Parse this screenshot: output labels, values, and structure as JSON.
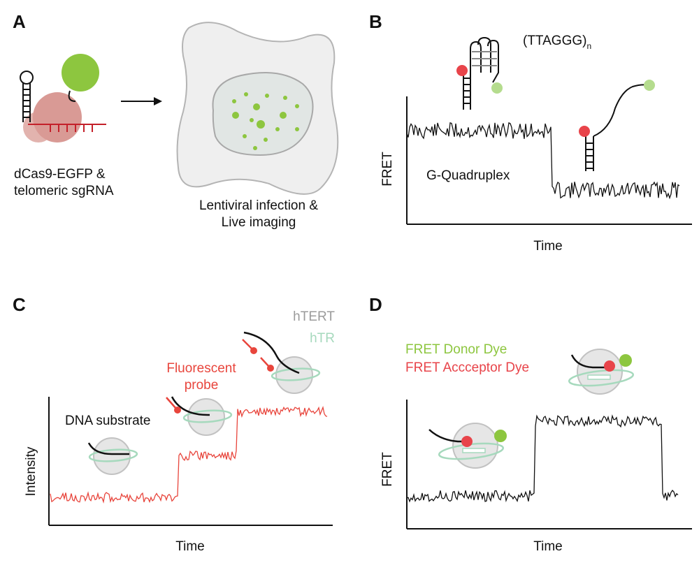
{
  "panels": {
    "a": {
      "label": "A",
      "caption_line1": "dCas9-EGFP &",
      "caption_line2": "telomeric sgRNA",
      "cell_caption_line1": "Lentiviral infection &",
      "cell_caption_line2": "Live imaging"
    },
    "b": {
      "label": "B",
      "sequence": "(TTAGGG)",
      "sequence_subscript": "n",
      "state_label": "G-Quadruplex",
      "ylabel": "FRET",
      "xlabel": "Time"
    },
    "c": {
      "label": "C",
      "legend_hTERT": "hTERT",
      "legend_hTR": "hTR",
      "probe_line1": "Fluorescent",
      "probe_line2": "probe",
      "substrate_label": "DNA substrate",
      "ylabel": "Intensity",
      "xlabel": "Time"
    },
    "d": {
      "label": "D",
      "legend_donor": "FRET Donor Dye",
      "legend_acceptor": "FRET Accceptor Dye",
      "ylabel": "FRET",
      "xlabel": "Time"
    }
  },
  "colors": {
    "egfp_green": "#8dc63f",
    "acceptor_red": "#e8444a",
    "donor_light_green": "#b5dc8e",
    "trace_red": "#e8453c",
    "htr_green": "#a6d9bd",
    "hTERT_gray": "#9b9b9b",
    "cas9_pink": "#d99a95"
  }
}
